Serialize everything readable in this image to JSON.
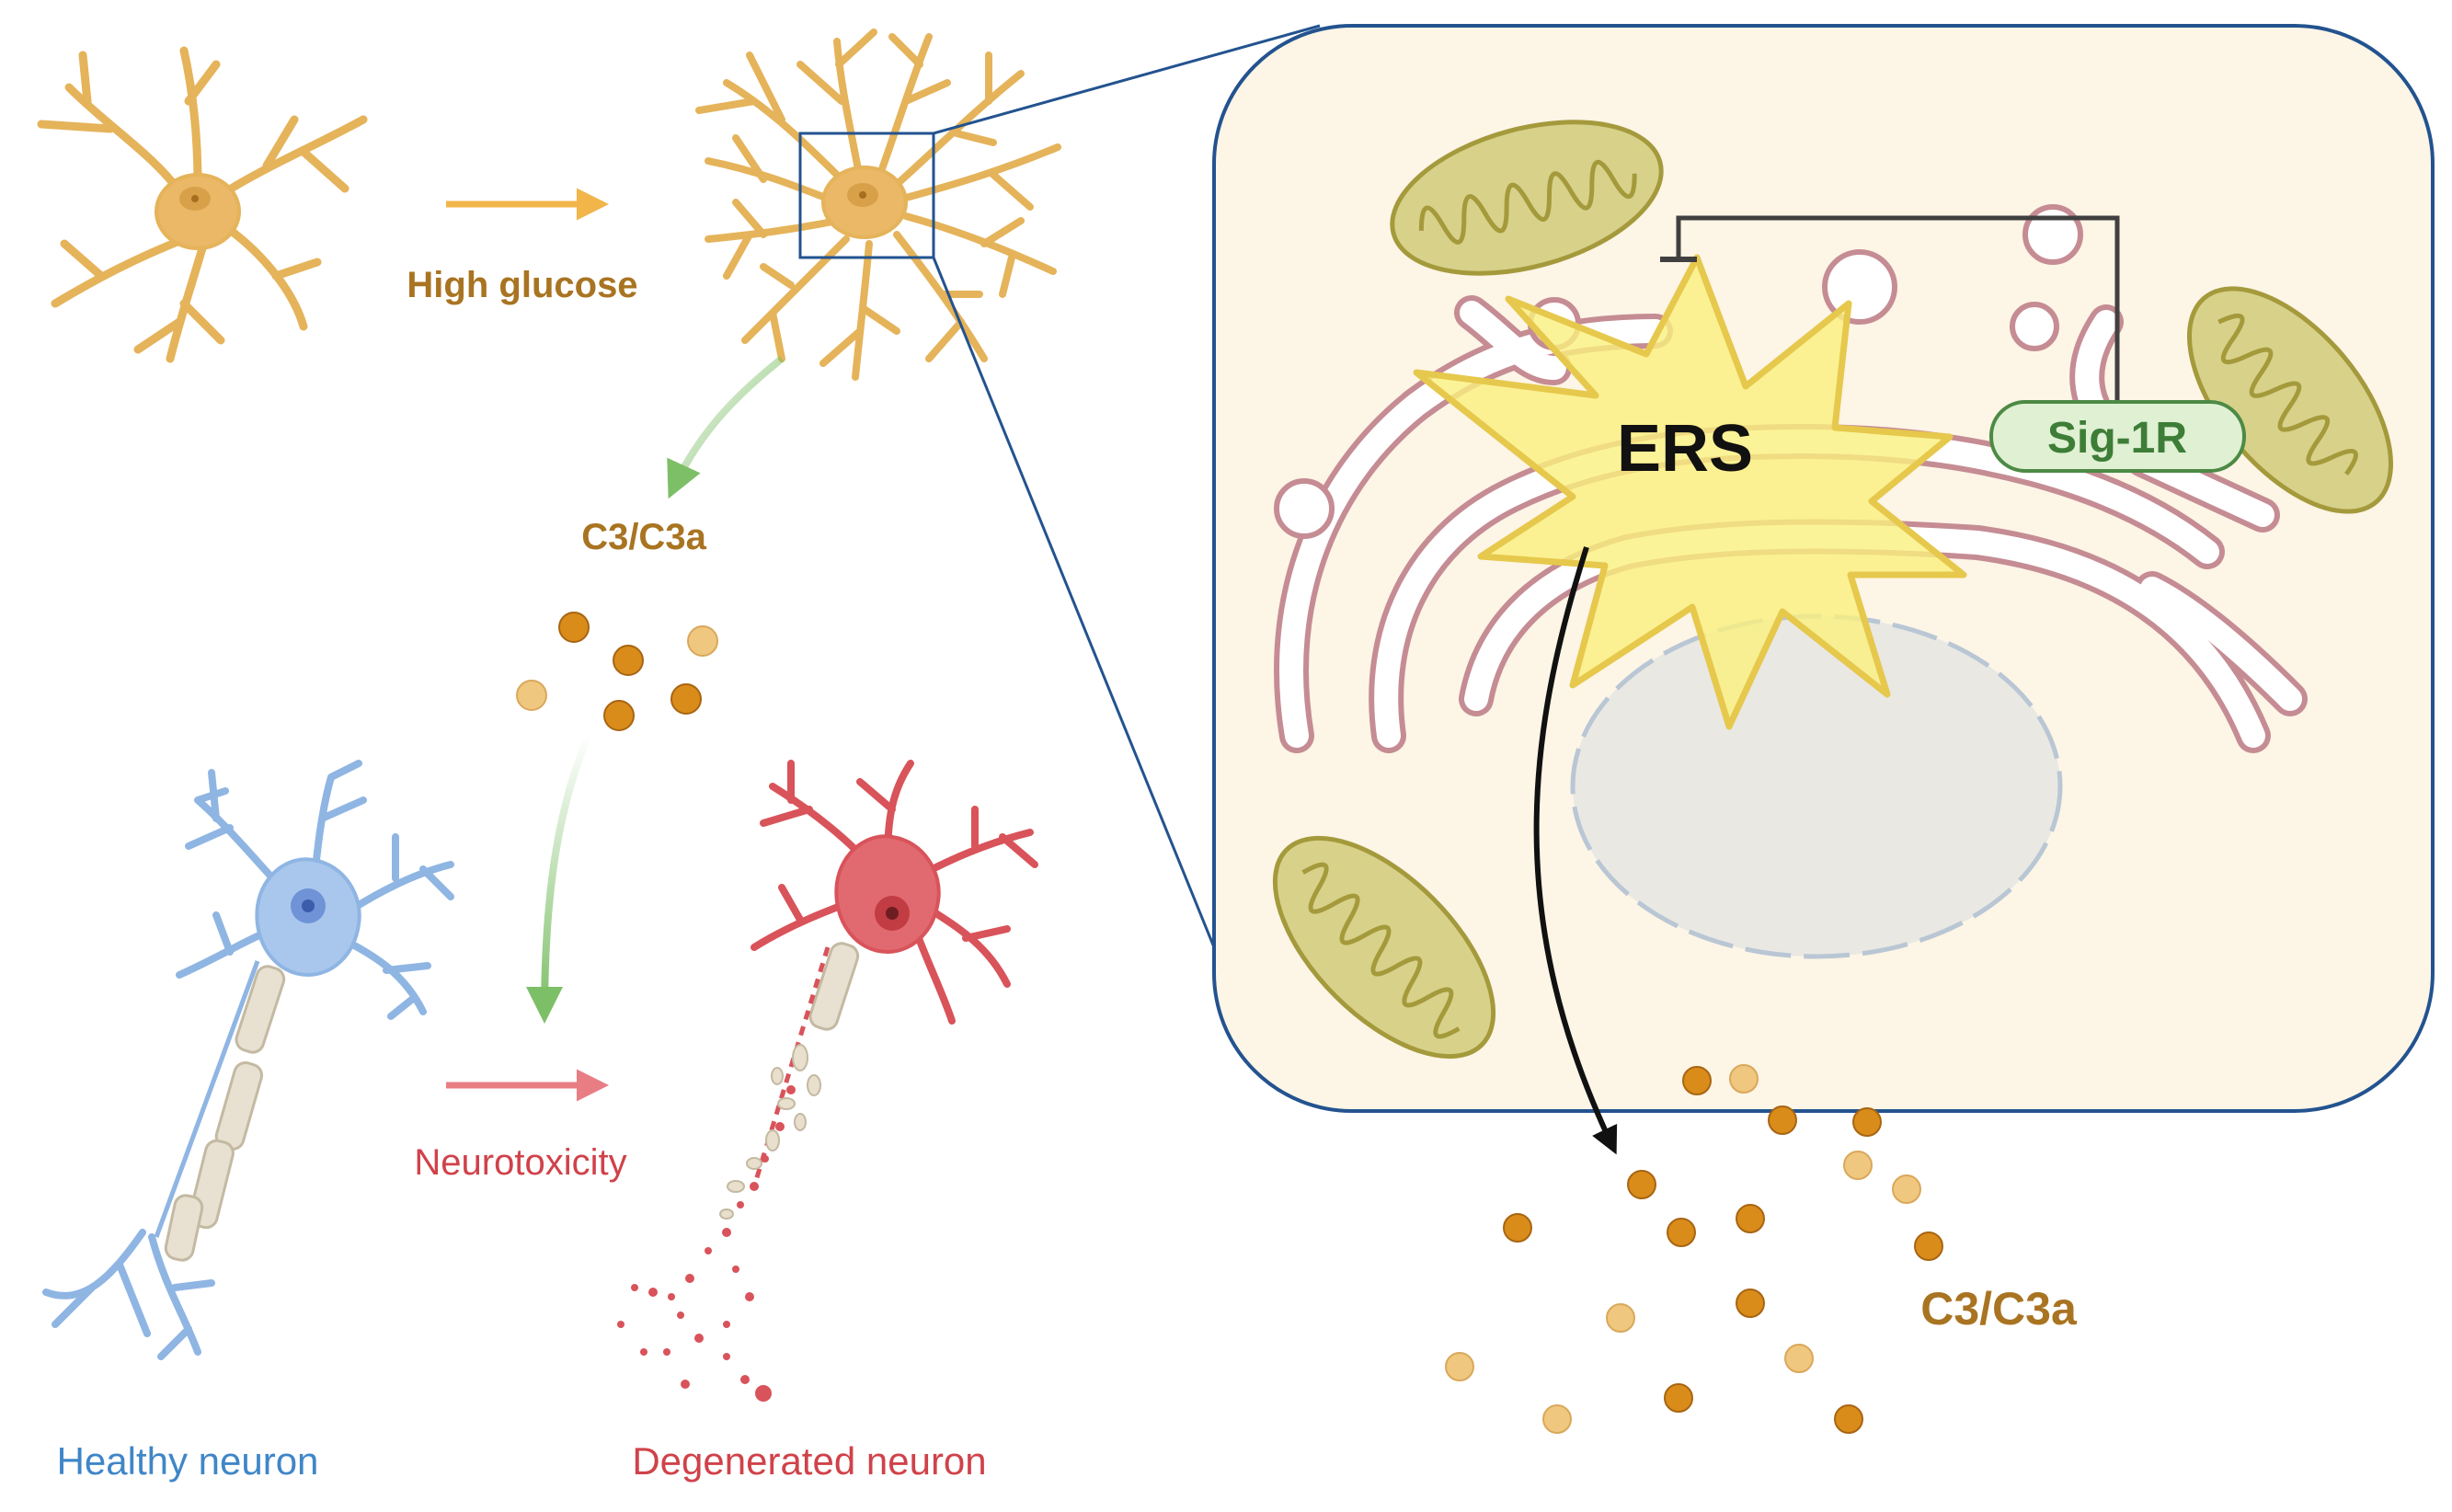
{
  "labels": {
    "high_glucose": "High glucose",
    "c3_left": "C3/C3a",
    "neurotoxicity": "Neurotoxicity",
    "healthy_neuron": "Healthy neuron",
    "degenerated_neuron": "Degenerated neuron",
    "ers": "ERS",
    "sig1r": "Sig-1R",
    "c3_right": "C3/C3a"
  },
  "colors": {
    "astrocyte": "#e5b35a",
    "astrocyte_body": "#eab866",
    "astrocyte_nucleus": "#c98a2e",
    "label_gold": "#a97422",
    "glucose_arrow": "#f1b54a",
    "green_arrow": "#7cbf67",
    "healthy_neuron": "#8fb5e3",
    "healthy_label": "#3f86c8",
    "degenerated_neuron": "#d9535a",
    "degenerated_label": "#d0424a",
    "neurotox_arrow": "#e97d84",
    "cell_fill": "#fdf5e6",
    "cell_border": "#23538f",
    "er_stroke": "#c58c94",
    "mito_fill": "#d8d18a",
    "mito_stroke": "#a49a3c",
    "ers_burst": "#faf07d",
    "ers_border": "#e6c84c",
    "sig1r_fill": "#dff0d3",
    "sig1r_stroke": "#4d8a45",
    "sig1r_text": "#3e7d37",
    "inhibit_line": "#404040",
    "nucleus_fill": "#e9e8e3",
    "nucleus_stroke": "#b9c6d4",
    "granule_dark": "#d98c1a",
    "granule_light": "#f0c77e"
  }
}
